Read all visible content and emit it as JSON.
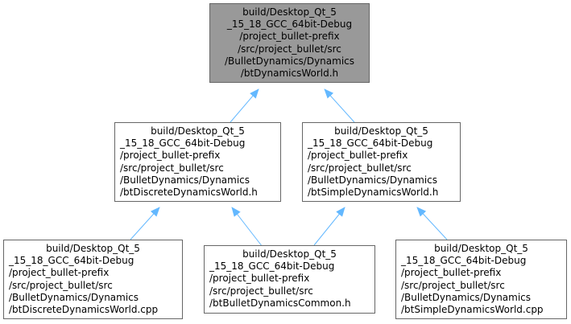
{
  "diagram": {
    "colors": {
      "edge": "#63b8ff",
      "root_fill": "#999999",
      "node_border": "#666666"
    },
    "nodes": {
      "root": {
        "lines": [
          "build/Desktop_Qt_5",
          "_15_18_GCC_64bit-Debug",
          "/project_bullet-prefix",
          "/src/project_bullet/src",
          "/BulletDynamics/Dynamics",
          "/btDynamicsWorld.h"
        ]
      },
      "discrete_h": {
        "lines": [
          "build/Desktop_Qt_5",
          "_15_18_GCC_64bit-Debug",
          "/project_bullet-prefix",
          "/src/project_bullet/src",
          "/BulletDynamics/Dynamics",
          "/btDiscreteDynamicsWorld.h"
        ]
      },
      "simple_h": {
        "lines": [
          "build/Desktop_Qt_5",
          "_15_18_GCC_64bit-Debug",
          "/project_bullet-prefix",
          "/src/project_bullet/src",
          "/BulletDynamics/Dynamics",
          "/btSimpleDynamicsWorld.h"
        ]
      },
      "discrete_cpp": {
        "lines": [
          "build/Desktop_Qt_5",
          "_15_18_GCC_64bit-Debug",
          "/project_bullet-prefix",
          "/src/project_bullet/src",
          "/BulletDynamics/Dynamics",
          "/btDiscreteDynamicsWorld.cpp"
        ]
      },
      "common_h": {
        "lines": [
          "build/Desktop_Qt_5",
          "_15_18_GCC_64bit-Debug",
          "/project_bullet-prefix",
          "/src/project_bullet/src",
          "/btBulletDynamicsCommon.h"
        ]
      },
      "simple_cpp": {
        "lines": [
          "build/Desktop_Qt_5",
          "_15_18_GCC_64bit-Debug",
          "/project_bullet-prefix",
          "/src/project_bullet/src",
          "/BulletDynamics/Dynamics",
          "/btSimpleDynamicsWorld.cpp"
        ]
      }
    },
    "edges": [
      {
        "from": "discrete_h",
        "to": "root"
      },
      {
        "from": "simple_h",
        "to": "root"
      },
      {
        "from": "discrete_cpp",
        "to": "discrete_h"
      },
      {
        "from": "common_h",
        "to": "discrete_h"
      },
      {
        "from": "common_h",
        "to": "simple_h"
      },
      {
        "from": "simple_cpp",
        "to": "simple_h"
      }
    ]
  }
}
